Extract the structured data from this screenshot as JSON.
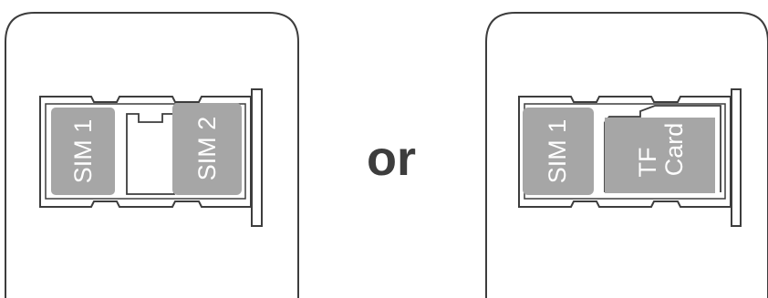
{
  "separator": "or",
  "left_panel": {
    "slot_1_label": "SIM 1",
    "slot_2_label": "SIM 2"
  },
  "right_panel": {
    "slot_1_label": "SIM 1",
    "slot_2_label_line1": "TF",
    "slot_2_label_line2": "Card"
  },
  "colors": {
    "outline": "#3d3d3d",
    "card_fill": "#a6a6a6",
    "card_text": "#ffffff"
  }
}
